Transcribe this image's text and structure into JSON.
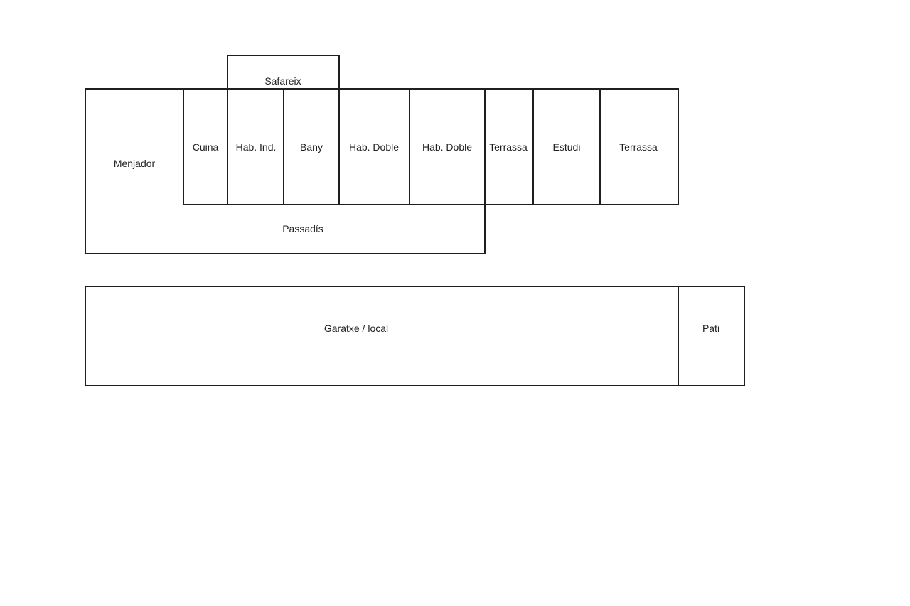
{
  "colors": {
    "line": "#1f1f1f",
    "background": "#ffffff",
    "text": "#1f1f1f"
  },
  "rooms": {
    "safareix": "Safareix",
    "menjador": "Menjador",
    "cuina": "Cuina",
    "hab_ind": "Hab. Ind.",
    "bany": "Bany",
    "hab_doble_1": "Hab. Doble",
    "hab_doble_2": "Hab. Doble",
    "terrassa_1": "Terrassa",
    "estudi": "Estudi",
    "terrassa_2": "Terrassa",
    "passadis": "Passadís",
    "garatge": "Garatxe / local",
    "pati": "Pati"
  }
}
